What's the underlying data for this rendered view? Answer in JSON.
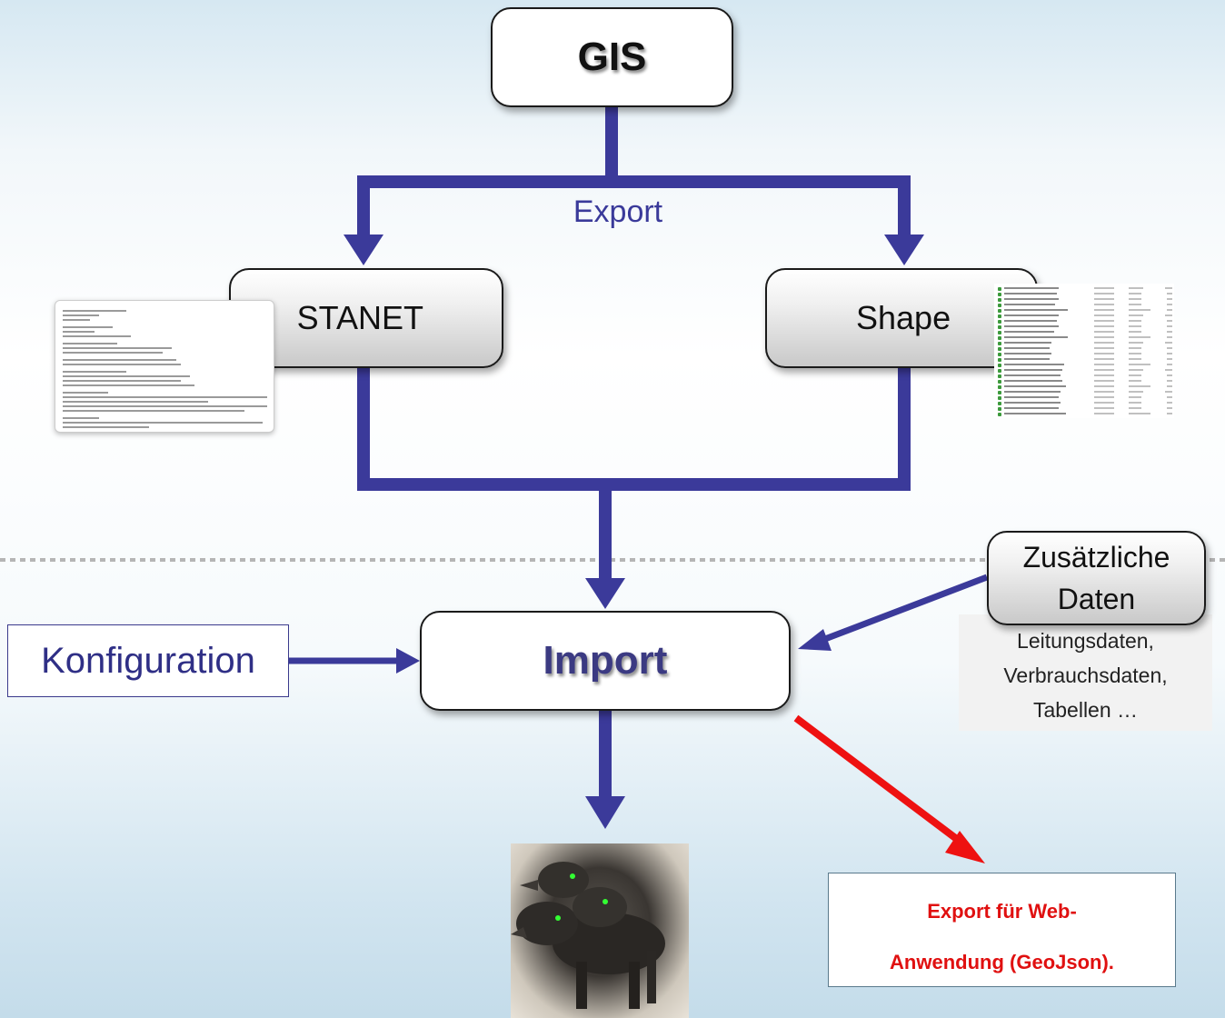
{
  "diagram": {
    "gis_label": "GIS",
    "export_label": "Export",
    "stanet_label": "STANET",
    "shape_label": "Shape",
    "zusaetzliche_label": "Zusätzliche Daten",
    "zusaetzliche_note": "Leitungsdaten, Verbrauchsdaten, Tabellen …",
    "konfiguration_label": "Konfiguration",
    "import_label": "Import",
    "web_export_line1": "Export für Web-",
    "web_export_line2": "Anwendung (GeoJson)."
  },
  "colors": {
    "flow_arrow": "#3b3a9a",
    "web_export_arrow": "#ee1111",
    "separator": "#b5b5b5"
  },
  "images": {
    "stanet_preview": "stanet-file-preview",
    "shape_preview": "shapefile-file-list",
    "result_image": "three-headed-dog-image"
  }
}
